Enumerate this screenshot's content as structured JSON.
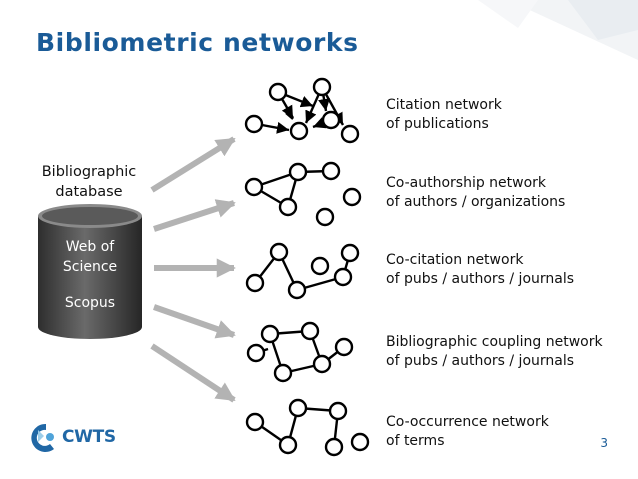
{
  "title": "Bibliometric networks",
  "database": {
    "label_lines": [
      "Bibliographic",
      "database"
    ],
    "sources": [
      "Web of",
      "Science",
      "Scopus"
    ]
  },
  "networks": [
    {
      "line1": "Citation network",
      "line2": "of publications"
    },
    {
      "line1": "Co-authorship network",
      "line2": "of authors / organizations"
    },
    {
      "line1": "Co-citation network",
      "line2": "of pubs / authors / journals"
    },
    {
      "line1": "Bibliographic coupling network",
      "line2": "of pubs / authors / journals"
    },
    {
      "line1": "Co-occurrence network",
      "line2": "of terms"
    }
  ],
  "logo": {
    "text": "CWTS"
  },
  "page_number": "3",
  "colors": {
    "title": "#1a5b97",
    "arrow": "#b3b3b3",
    "cylinder": "#4a4a4a",
    "logo": "#2067a5"
  }
}
